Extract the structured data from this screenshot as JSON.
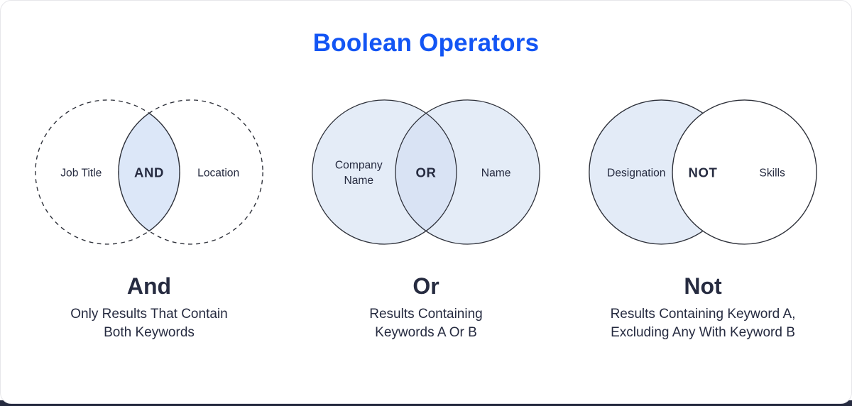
{
  "title": "Boolean Operators",
  "colors": {
    "title_blue": "#1355F4",
    "text_navy": "#262B40",
    "circle_stroke": "#2C2F38",
    "and_lens_fill": "#DCE7F8",
    "or_circle_fill": "#E4ECF7",
    "or_overlap_fill": "#D9E3F4",
    "not_left_circle_fill": "#E3EBF7",
    "bottom_strip": "#262B40"
  },
  "diagrams": [
    {
      "id": "and",
      "left_label_lines": [
        "Job Title"
      ],
      "operator": "AND",
      "right_label": "Location",
      "heading": "And",
      "description_lines": [
        "Only Results That Contain",
        "Both Keywords"
      ]
    },
    {
      "id": "or",
      "left_label_lines": [
        "Company",
        "Name"
      ],
      "operator": "OR",
      "right_label": "Name",
      "heading": "Or",
      "description_lines": [
        "Results Containing",
        "Keywords A Or B"
      ]
    },
    {
      "id": "not",
      "left_label_lines": [
        "Designation"
      ],
      "operator": "NOT",
      "right_label": "Skills",
      "heading": "Not",
      "description_lines": [
        "Results Containing Keyword A,",
        "Excluding Any With Keyword B"
      ]
    }
  ]
}
